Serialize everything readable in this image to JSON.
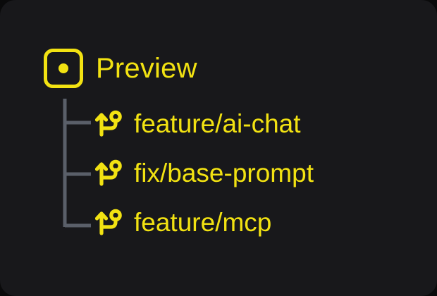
{
  "theme": {
    "page_background": "#0a0a0b",
    "panel_background": "#18181b",
    "accent": "#f2e212",
    "connector_line": "#5a5f69"
  },
  "tree": {
    "root": {
      "label": "Preview",
      "icon": "preview-square-dot-icon"
    },
    "branches": [
      {
        "label": "feature/ai-chat",
        "icon": "git-branch-icon",
        "connector": "tee"
      },
      {
        "label": "fix/base-prompt",
        "icon": "git-branch-icon",
        "connector": "tee"
      },
      {
        "label": "feature/mcp",
        "icon": "git-branch-icon",
        "connector": "elbow"
      }
    ]
  }
}
